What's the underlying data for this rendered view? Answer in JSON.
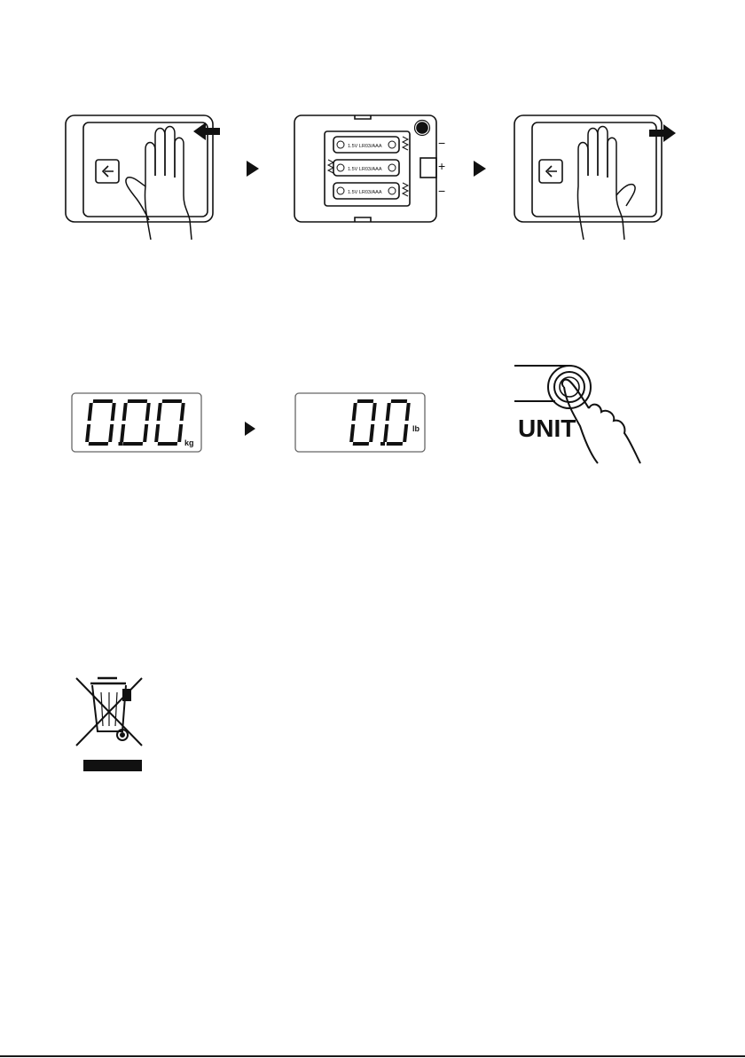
{
  "battery": {
    "polarity_top": "−",
    "polarity_mid": "+",
    "polarity_bottom": "−",
    "cell_label": "1.5V LR03/AAA"
  },
  "displays": {
    "kg_value": "0.00",
    "kg_unit": "kg",
    "lb_value": "0.0",
    "lb_unit": "lb"
  },
  "unit_button": {
    "label": "UNIT"
  },
  "icons": {
    "hand": "hand-icon",
    "arrow_left": "arrow-left-icon",
    "arrow_right": "arrow-right-icon",
    "step": "play-triangle-icon",
    "weee": "crossed-bin-icon"
  },
  "colors": {
    "ink": "#111111",
    "paper": "#ffffff"
  }
}
